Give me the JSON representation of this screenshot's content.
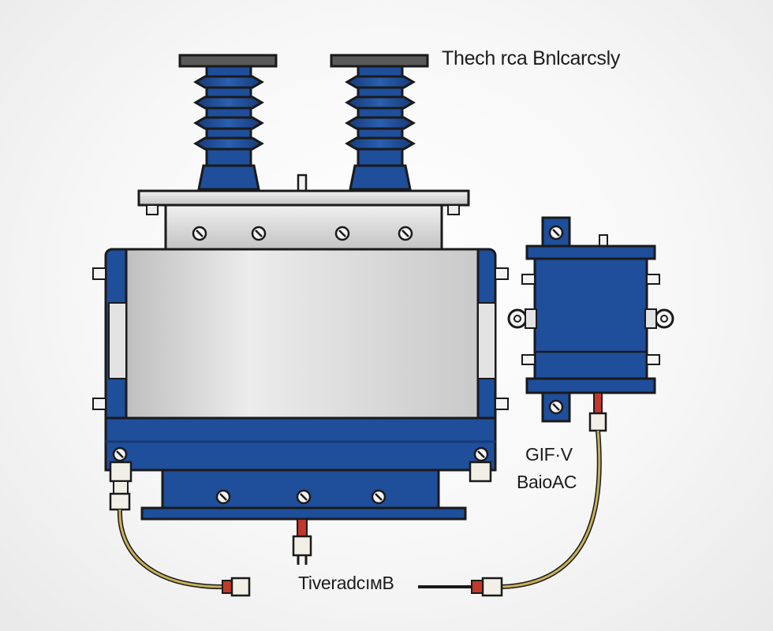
{
  "labels": {
    "title": "Thech rca Bnlcarcsly",
    "side_line_1": "GIF·V",
    "side_line_2": "BaioAC",
    "bottom": "TiveradcıмB"
  },
  "colors": {
    "blue": "#1f4e9a",
    "dark_blue": "#163a78",
    "outline": "#1a1a1a",
    "silver": "#dcdcdc",
    "cable": "#c8b15a",
    "connector_red": "#c0392b",
    "background": "#f5f5f5"
  },
  "icons": [
    "bushing-insulator",
    "screw-bolt",
    "cable-connector",
    "transformer-tank",
    "auxiliary-unit"
  ]
}
